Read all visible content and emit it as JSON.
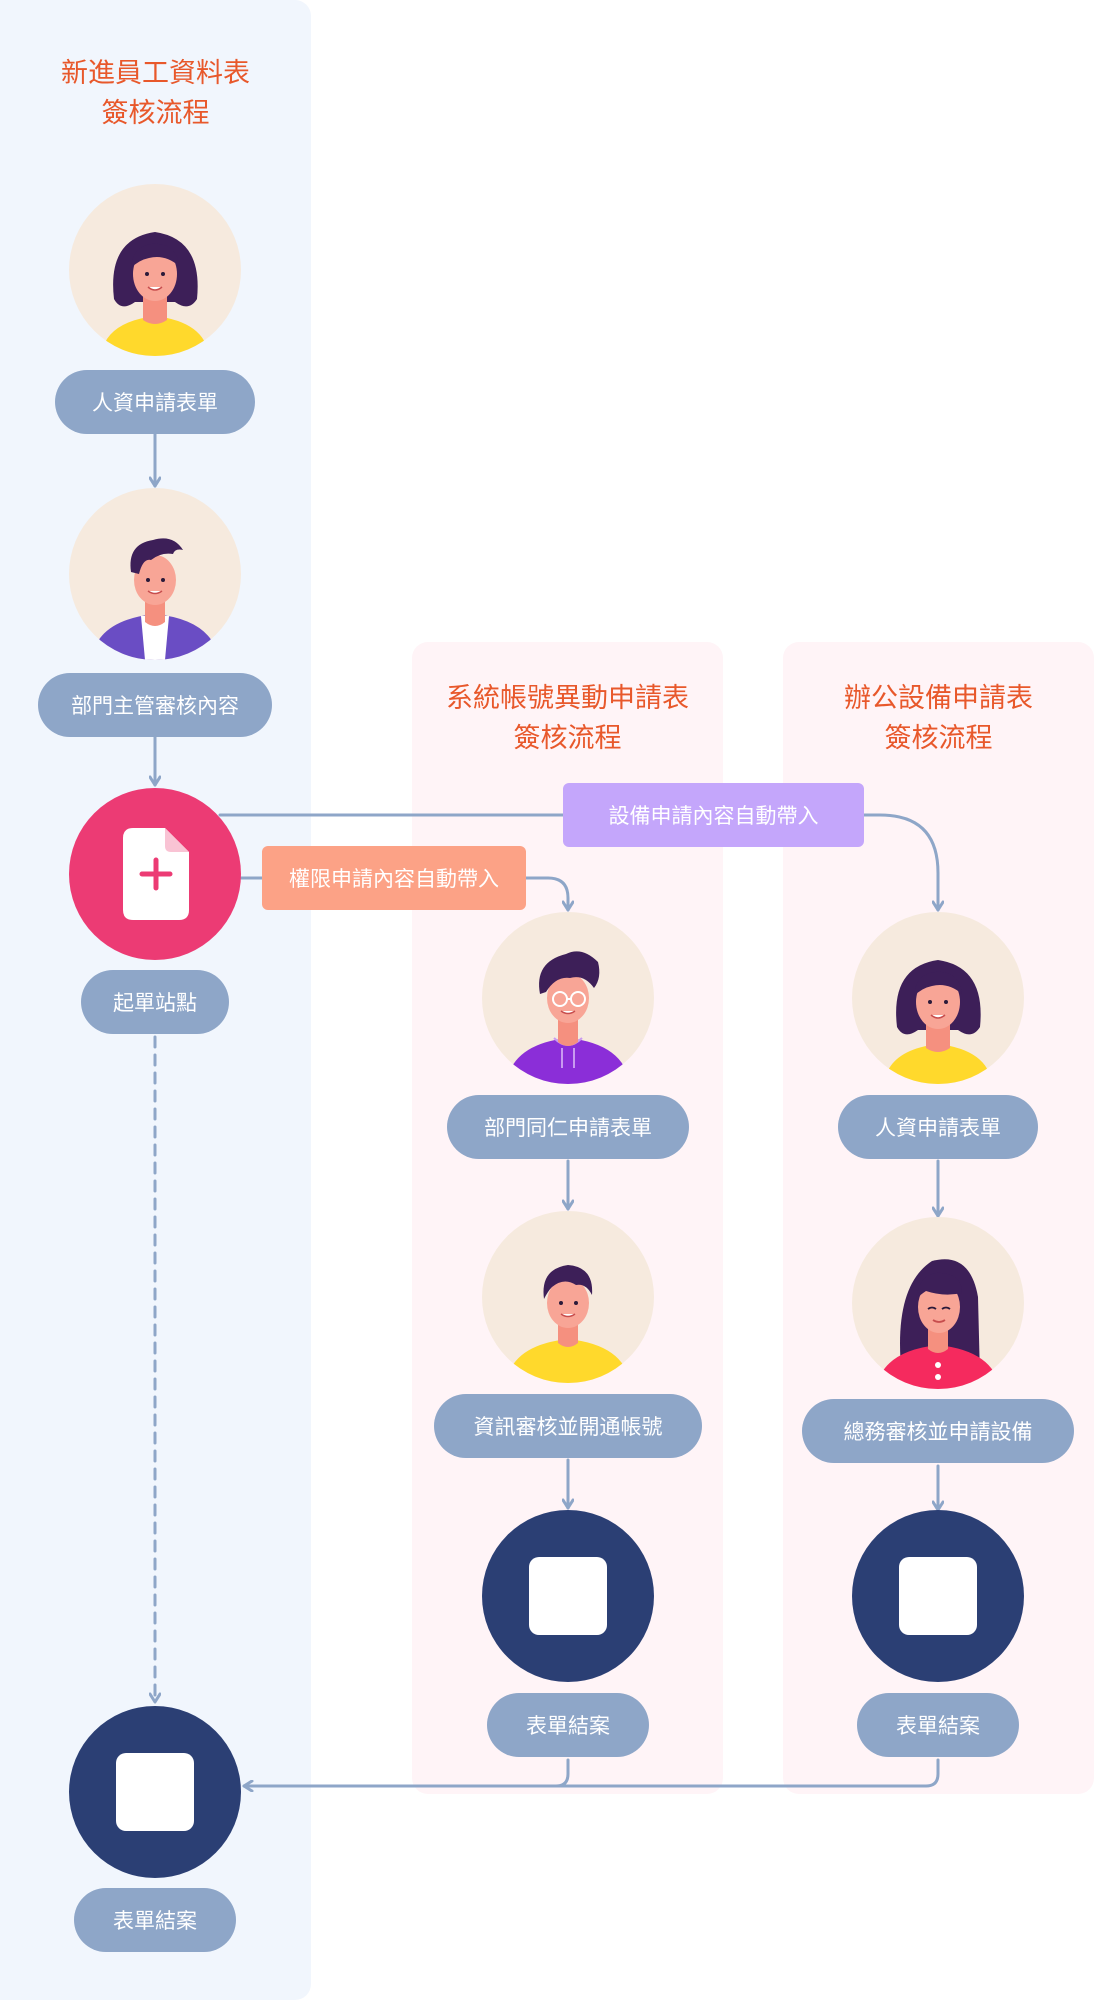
{
  "lanes": {
    "main": {
      "title_line1": "新進員工資料表",
      "title_line2": "簽核流程"
    },
    "system": {
      "title_line1": "系統帳號異動申請表",
      "title_line2": "簽核流程"
    },
    "office": {
      "title_line1": "辦公設備申請表",
      "title_line2": "簽核流程"
    }
  },
  "nodes": {
    "main_hr_apply": "人資申請表單",
    "main_manager_review": "部門主管審核內容",
    "main_start": "起單站點",
    "main_end": "表單結案",
    "system_colleague_apply": "部門同仁申請表單",
    "system_it_review": "資訊審核並開通帳號",
    "system_end": "表單結案",
    "office_hr_apply": "人資申請表單",
    "office_general_review": "總務審核並申請設備",
    "office_end": "表單結案"
  },
  "tags": {
    "equipment_auto": "設備申請內容自動帶入",
    "permission_auto": "權限申請內容自動帶入"
  },
  "colors": {
    "title": "#e8582b",
    "pill": "#8ea6c8",
    "connector": "#8ea6c8",
    "start": "#ec3b74",
    "end": "#2b3f74",
    "equipment_tag": "#c4a6fb",
    "permission_tag": "#fca286",
    "main_lane": "#f1f6fd",
    "side_lane": "#fff4f7"
  }
}
